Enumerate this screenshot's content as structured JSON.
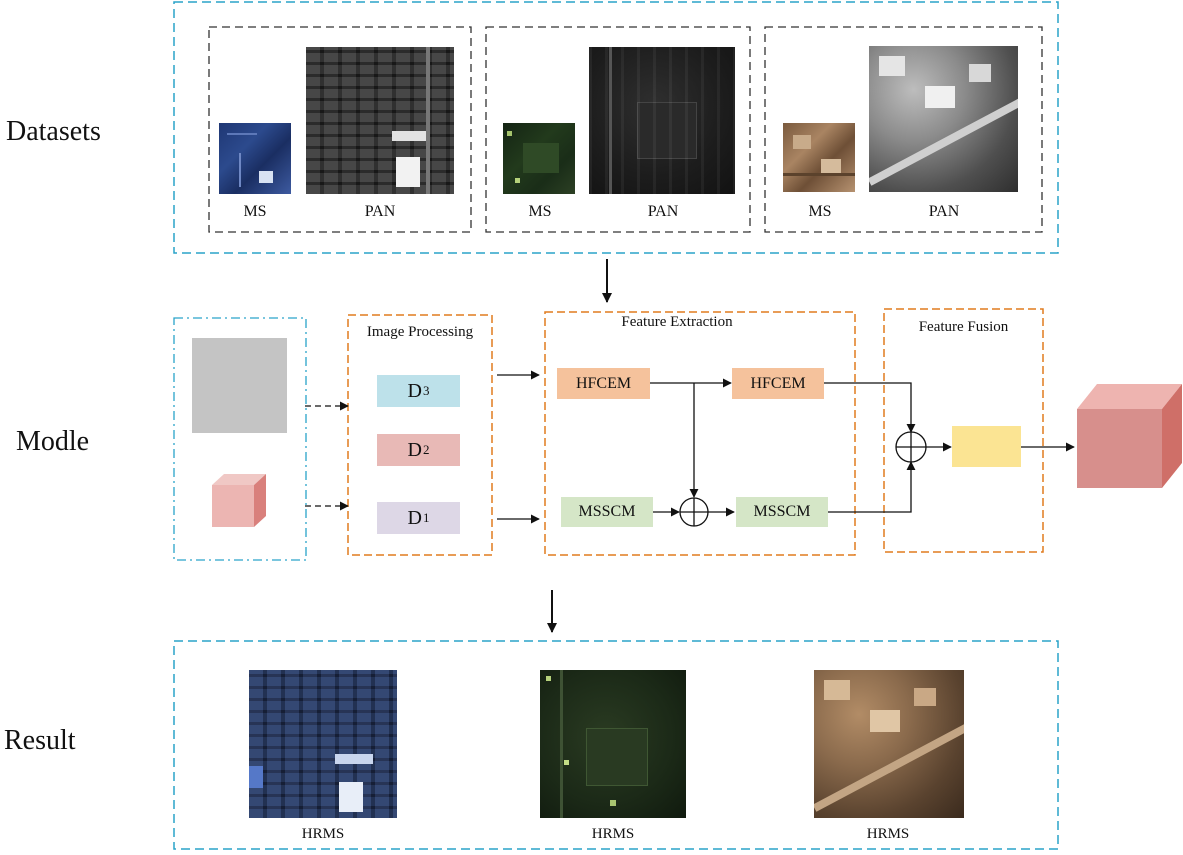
{
  "rows": {
    "datasets": "Datasets",
    "model": "Modle",
    "result": "Result"
  },
  "datasets": [
    {
      "ms_label": "MS",
      "pan_label": "PAN"
    },
    {
      "ms_label": "MS",
      "pan_label": "PAN"
    },
    {
      "ms_label": "MS",
      "pan_label": "PAN"
    }
  ],
  "image_processing": {
    "title": "Image Processing",
    "d3": "D",
    "d3_sub": "3",
    "d2": "D",
    "d2_sub": "2",
    "d1": "D",
    "d1_sub": "1"
  },
  "feature_extraction": {
    "title": "Feature Extraction",
    "hfcem_1": "HFCEM",
    "hfcem_2": "HFCEM",
    "msscm_1": "MSSCM",
    "msscm_2": "MSSCM"
  },
  "feature_fusion": {
    "title": "Feature Fusion"
  },
  "results": [
    {
      "label": "HRMS"
    },
    {
      "label": "HRMS"
    },
    {
      "label": "HRMS"
    }
  ],
  "colors": {
    "cyan_dash": "#2aa3c9",
    "orange_dash": "#e07b1f",
    "hfcem": "#f5c29c",
    "msscm": "#d5e6c7",
    "d3": "#bde1ea",
    "d2": "#e8b9b6",
    "d1": "#ddd7e6",
    "fusion_block": "#fbe493",
    "output_cube": "#d78f8c"
  }
}
